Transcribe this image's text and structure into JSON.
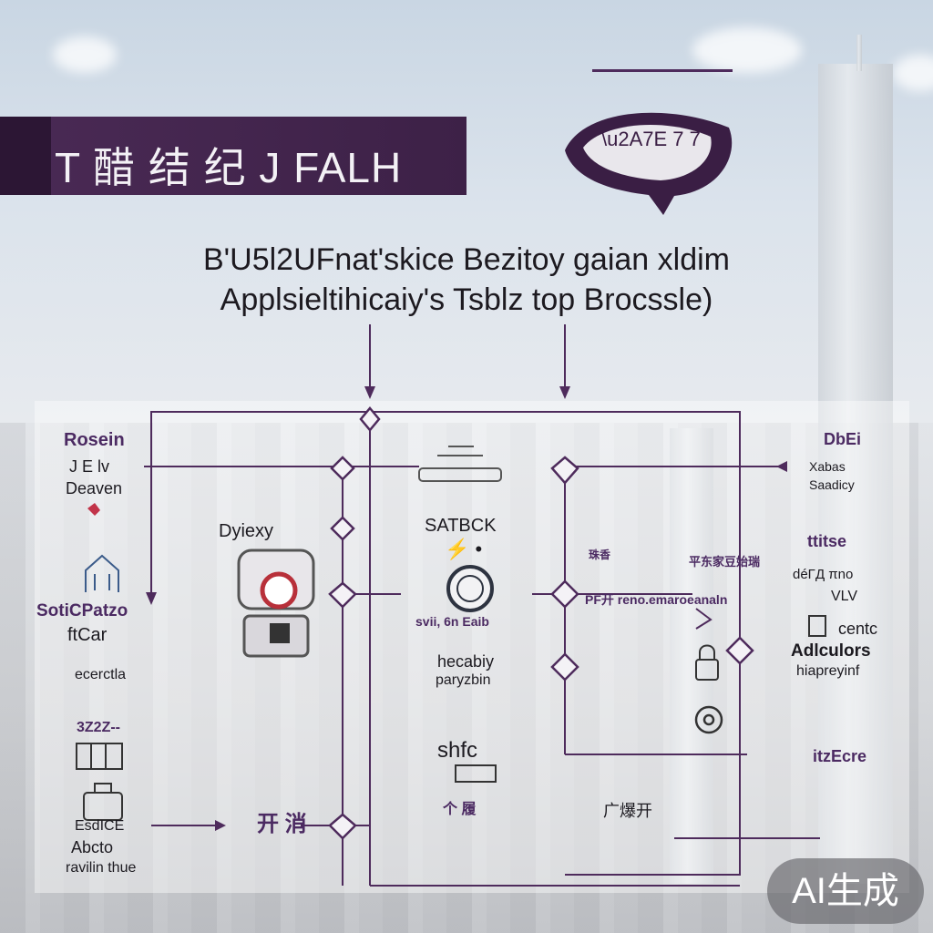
{
  "title_band": {
    "text": "T 醋 结 纪 J FALH"
  },
  "headline": {
    "line1": "B'U5l2UFnat'skice Bezitoy gaian xldim",
    "line2": "Applsieltihicaiy's Tsblz top Brocssle)"
  },
  "badge": {
    "label": "AI生成"
  },
  "left_column": {
    "top_title": "Rosein",
    "top_sub1": "J E lv",
    "top_sub2": "Deaven",
    "mid_title": "SotiCPatzo",
    "mid_sub": "ftCar",
    "mid_sub2": "ecerctla",
    "low_title": "3Z2Z--",
    "bottom1": "EsdICE",
    "bottom2": "Abcto",
    "bottom3": "ravilin thue"
  },
  "center_left": {
    "title": "Dyiexy",
    "bottom_text": "开 消"
  },
  "center": {
    "title": "SATBCK",
    "sub": "⚡ •",
    "caption": "svii, 6n Eaib",
    "note1": "hecabiy",
    "note2": "paryzbin",
    "low_title": "shfc",
    "low_sub": "个 履"
  },
  "center_right": {
    "purple1": "珠香",
    "purple2": "PF开 reno.emaroeanaln",
    "purple3": "平东家豆始瑞",
    "low_label": "广爆开"
  },
  "right_column": {
    "top_title": "DbEi",
    "top_sub1": "Xabas",
    "top_sub2": "Saadicy",
    "mid_title": "ttitse",
    "mid_sub1": "déΓД πno",
    "mid_sub2": "VLV",
    "mid_sub3": "centc",
    "mid_title2": "Adlculors",
    "mid_sub4": "hiapreyinf",
    "low_title": "itzEcre"
  },
  "colors": {
    "accent": "#4b2a62",
    "title_band": "#3d2147",
    "line": "#4e2b5c"
  }
}
